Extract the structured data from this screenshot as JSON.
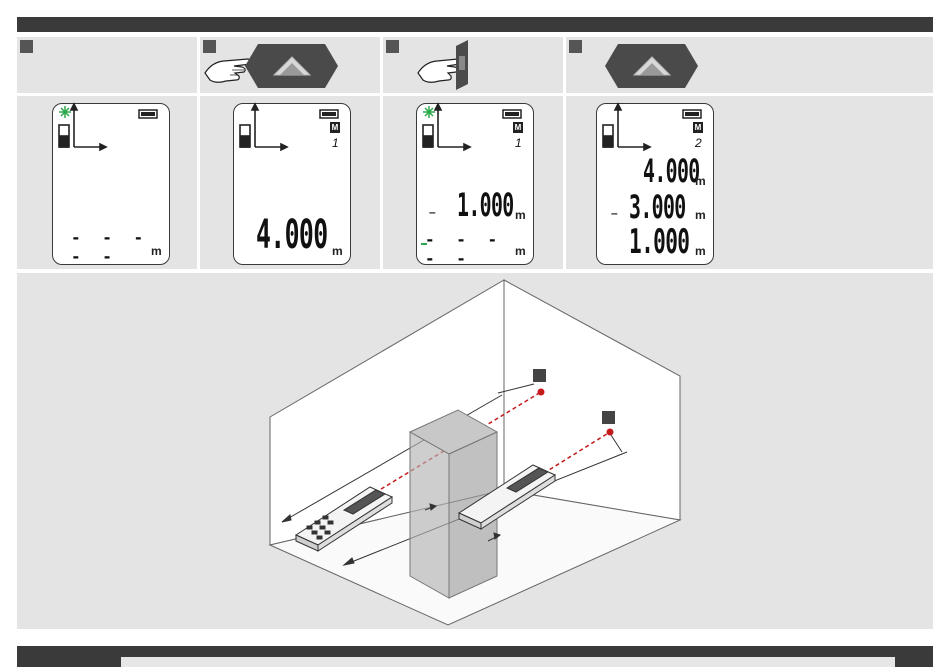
{
  "panels": [
    {
      "display": {
        "dashes": "- - - - -",
        "unit": "m"
      }
    },
    {
      "display": {
        "memory_badge": "M",
        "memory_index": "1",
        "value": "4.000",
        "unit": "m"
      }
    },
    {
      "display": {
        "memory_badge": "M",
        "memory_index": "1",
        "minus": "–",
        "value": "1.000",
        "unit": "m",
        "dashes": "- - - - -",
        "unit2": "m"
      }
    },
    {
      "display": {
        "memory_badge": "M",
        "memory_index": "2",
        "lines": [
          {
            "value": "4.000",
            "unit": "m",
            "minus": ""
          },
          {
            "value": "3.000",
            "unit": "m",
            "minus": "–"
          },
          {
            "value": "1.000",
            "unit": "m",
            "minus": ""
          }
        ]
      }
    }
  ],
  "colors": {
    "laser": "#c41a1a",
    "laser_star": "#2aa84a",
    "frame": "#3a3a3a",
    "panel_bg": "#e4e4e4"
  },
  "icons": [
    "finger-press-icon",
    "measure-key-icon",
    "distance-measure-icon",
    "battery-icon",
    "laser-on-icon"
  ]
}
